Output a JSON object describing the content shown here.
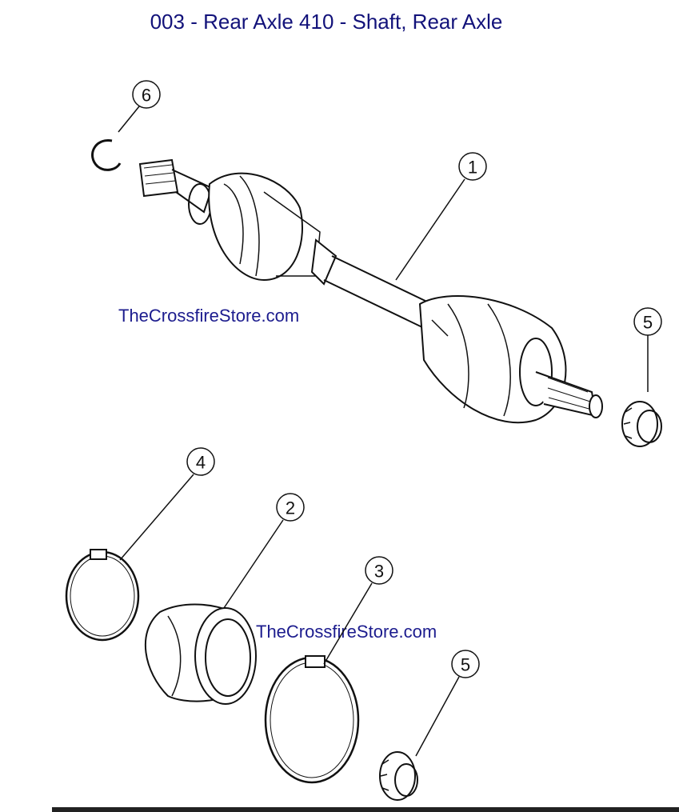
{
  "title": "003 - Rear Axle 410 - Shaft, Rear Axle",
  "watermarks": [
    "TheCrossfireStore.com",
    "TheCrossfireStore.com"
  ],
  "callouts": [
    "6",
    "1",
    "5",
    "4",
    "2",
    "3",
    "5"
  ]
}
